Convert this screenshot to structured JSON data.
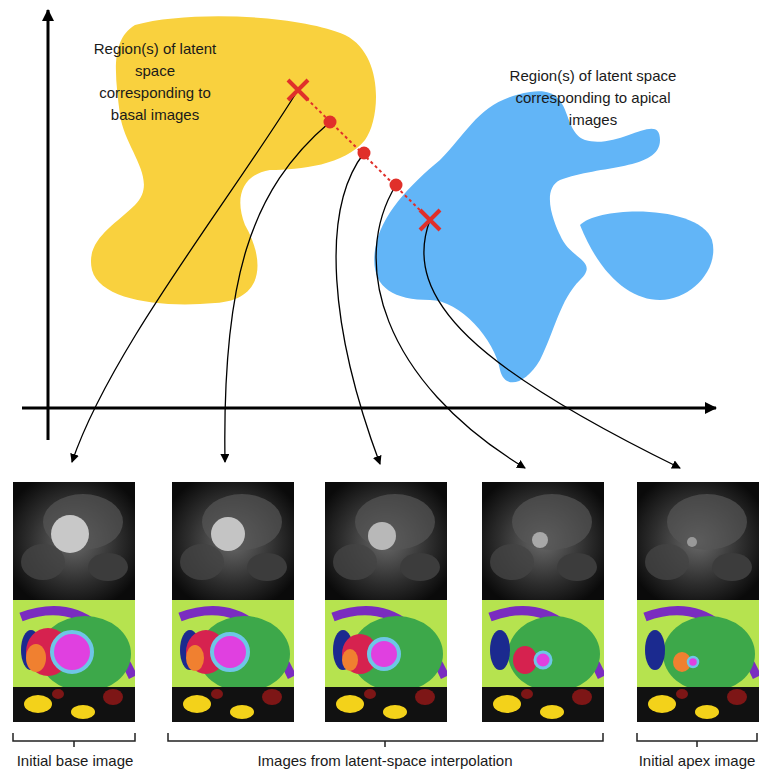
{
  "diagram": {
    "nodes": [
      {
        "text": [
          "Region(s) of latent space corresponding to basal images"
        ]
      },
      {
        "text": [
          "Region(s) of latent space corresponding to apical images"
        ]
      }
    ],
    "labels": [
      "Initial base image",
      "Images from latent-space interpolation",
      "Initial apex image"
    ]
  }
}
